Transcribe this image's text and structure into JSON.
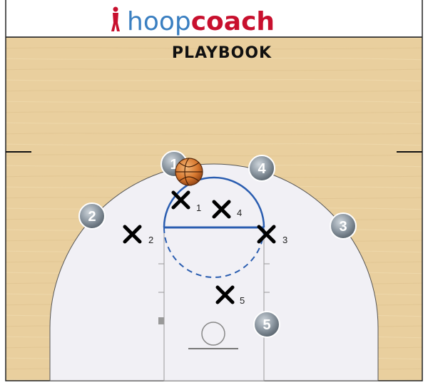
{
  "brand": {
    "prefix": "hoop",
    "suffix": "coach",
    "subtitle": "PLAYBOOK"
  },
  "colors": {
    "court": "#e9cf9e",
    "paint_area": "#f1f0f5",
    "line": "#111111",
    "arc": "#2a5db0",
    "token": "#8f9aa4",
    "defender": "#000000"
  },
  "defenders": [
    {
      "label": "1"
    },
    {
      "label": "4"
    },
    {
      "label": "2"
    },
    {
      "label": "3"
    },
    {
      "label": "5"
    }
  ],
  "offense": [
    {
      "label": "1"
    },
    {
      "label": "4"
    },
    {
      "label": "2"
    },
    {
      "label": "3"
    },
    {
      "label": "5"
    }
  ],
  "ball": {
    "icon": "basketball-icon"
  }
}
